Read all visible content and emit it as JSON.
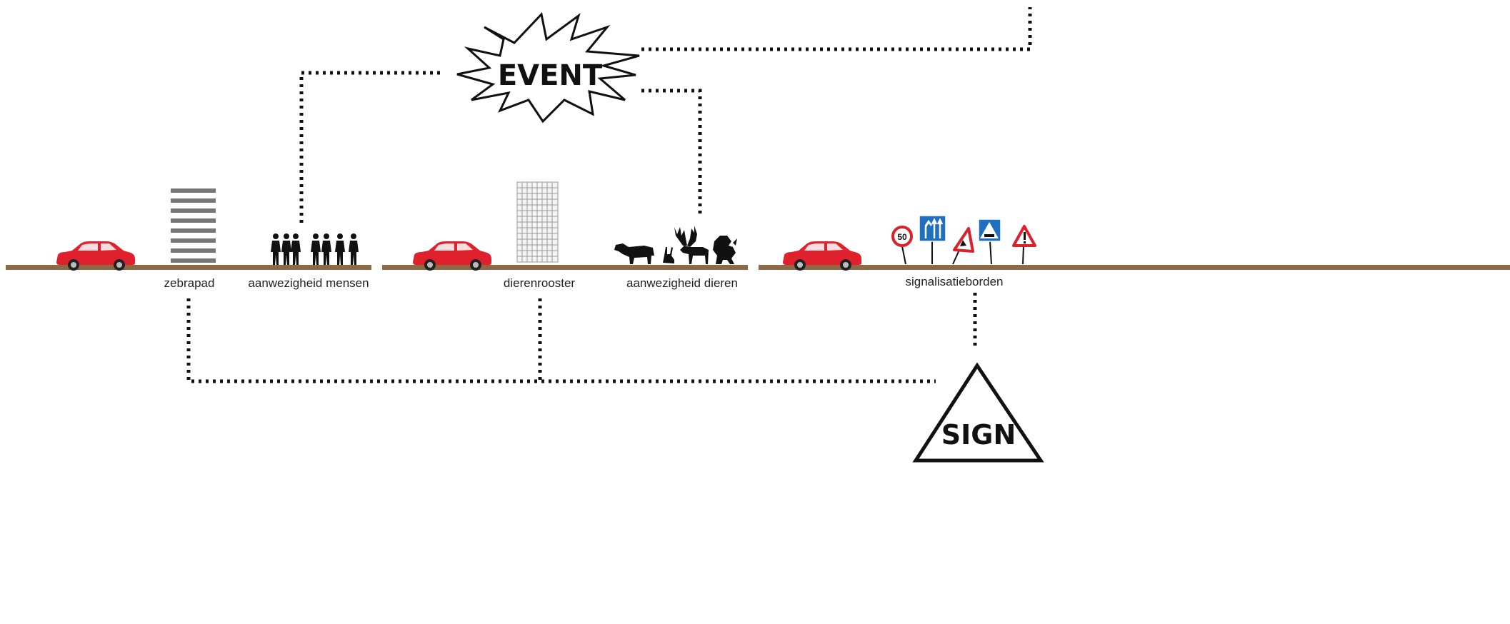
{
  "event": {
    "label": "EVENT"
  },
  "sign": {
    "label": "SIGN"
  },
  "labels": {
    "zebrapad": "zebrapad",
    "people": "aanwezigheid mensen",
    "grid": "dierenrooster",
    "animals": "aanwezigheid dieren",
    "signs": "signalisatieborden"
  },
  "speed_sign": {
    "value": "50"
  },
  "colors": {
    "road": "#8b6a45",
    "car": "#e0202c",
    "sign_blue": "#1f6fc1",
    "sign_red": "#d9222a"
  }
}
